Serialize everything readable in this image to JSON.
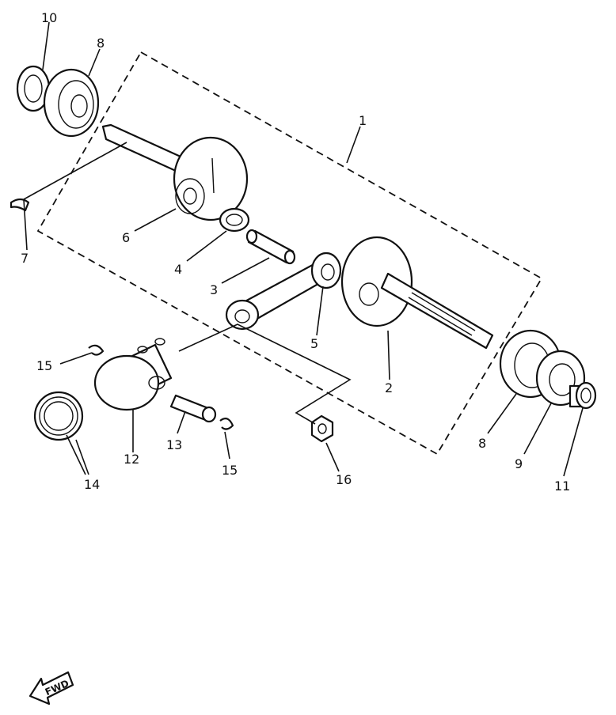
{
  "callouts": {
    "c1": "1",
    "c2": "2",
    "c3": "3",
    "c4": "4",
    "c5": "5",
    "c6": "6",
    "c7": "7",
    "c8a": "8",
    "c8b": "8",
    "c9": "9",
    "c10": "10",
    "c11": "11",
    "c12": "12",
    "c13": "13",
    "c14": "14",
    "c15a": "15",
    "c15b": "15",
    "c16": "16"
  },
  "fwd_badge": "FWD"
}
